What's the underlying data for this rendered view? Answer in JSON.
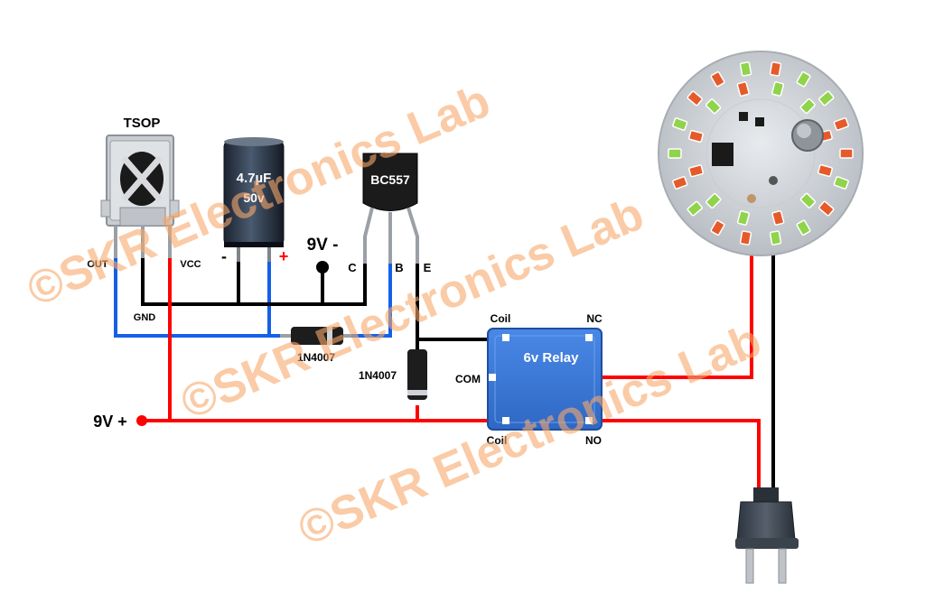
{
  "components": {
    "tsop": {
      "title": "TSOP",
      "pins": {
        "out": "OUT",
        "gnd": "GND",
        "vcc": "VCC"
      }
    },
    "capacitor": {
      "value": "4.7µF",
      "voltage": "50v",
      "neg": "-",
      "pos": "+"
    },
    "transistor": {
      "name": "BC557",
      "c": "C",
      "b": "B",
      "e": "E"
    },
    "supply": {
      "negative": "9V -",
      "positive": "9V +"
    },
    "diode1": {
      "name": "1N4007"
    },
    "diode2": {
      "name": "1N4007"
    },
    "relay": {
      "name": "6v Relay",
      "coil_top": "Coil",
      "coil_bottom": "Coil",
      "nc": "NC",
      "com": "COM",
      "no": "NO"
    }
  },
  "watermark": "©SKR Electronics Lab",
  "colors": {
    "red_wire": "#ff0000",
    "black_wire": "#000000",
    "blue_wire": "#1560e8",
    "relay_body": "#3a7ad8",
    "watermark": "#f6a86a"
  }
}
